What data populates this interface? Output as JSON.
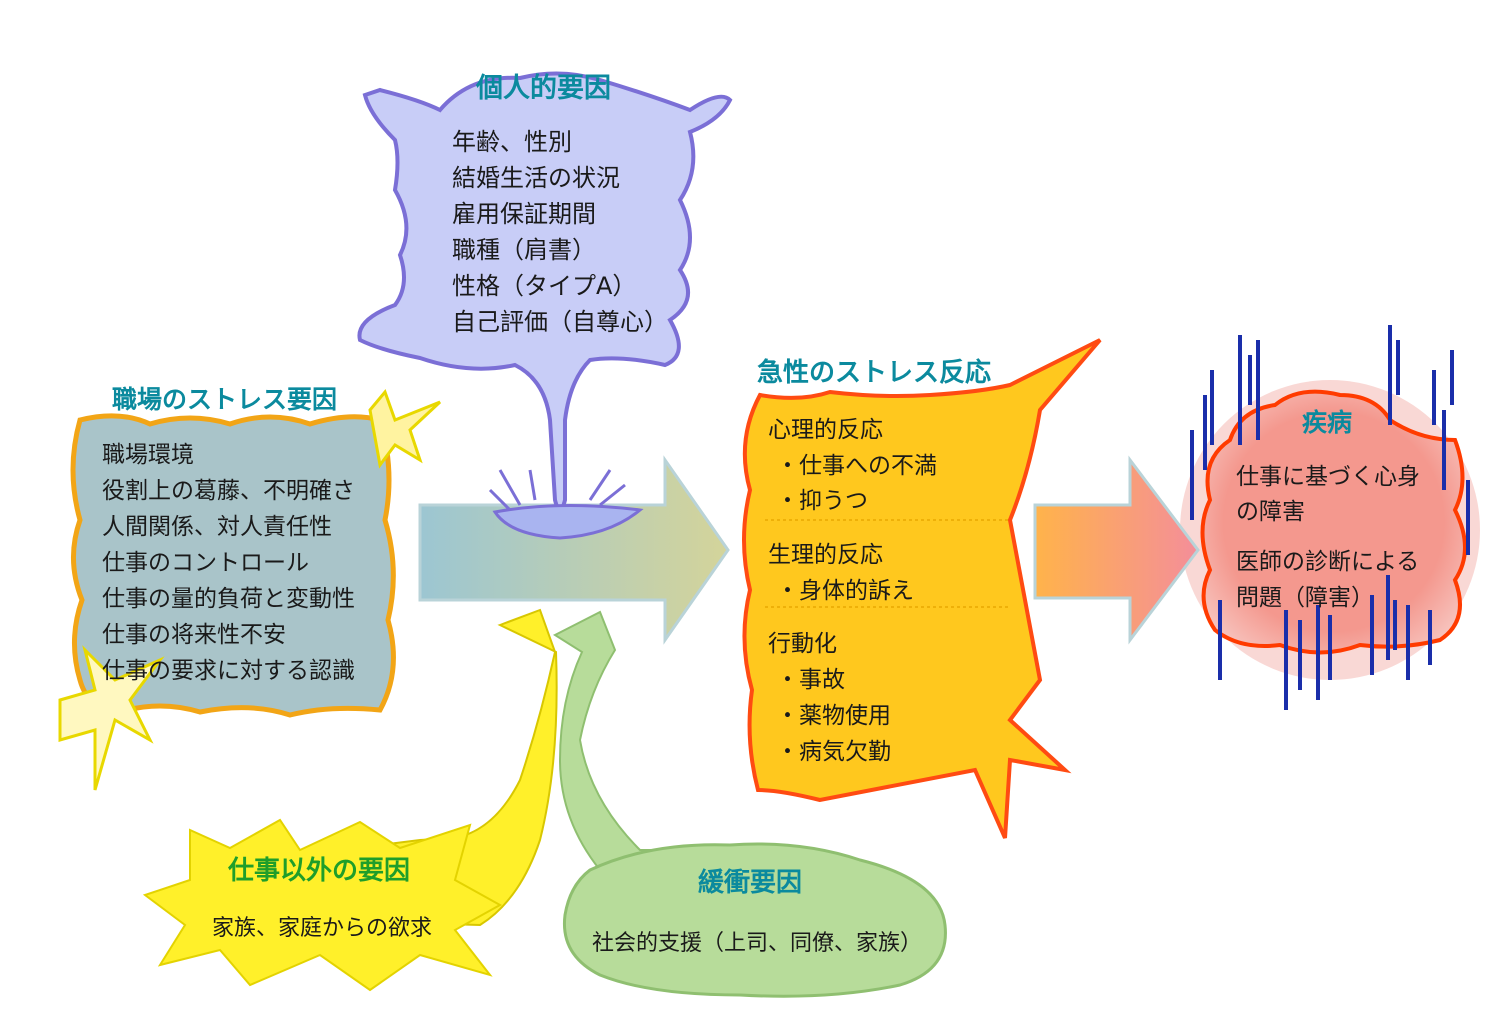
{
  "colors": {
    "individual_fill": "#c8cdf7",
    "individual_stroke": "#7b6fd6",
    "workplace_fill": "#a9c4c9",
    "workplace_stroke": "#f2a516",
    "acute_fill": "#ffc81e",
    "acute_stroke": "#ff4b12",
    "disease_fill": "#f59a90",
    "disease_stroke": "#ff3b00",
    "disease_lines": "#1a2eaa",
    "nonwork_fill": "#fff02a",
    "buffer_fill": "#b7dc9a",
    "title_teal": "#0b8a9e",
    "title_green": "#1f9e2a"
  },
  "individual": {
    "title": "個人的要因",
    "items": [
      "年齢、性別",
      "結婚生活の状況",
      "雇用保証期間",
      "職種（肩書）",
      "性格（タイプA）",
      "自己評価（自尊心）"
    ]
  },
  "workplace": {
    "title": "職場のストレス要因",
    "items": [
      "職場環境",
      "役割上の葛藤、不明確さ",
      "人間関係、対人責任性",
      "仕事のコントロール",
      "仕事の量的負荷と変動性",
      "仕事の将来性不安",
      "仕事の要求に対する認識"
    ]
  },
  "acute": {
    "title": "急性のストレス反応",
    "sections": [
      {
        "heading": "心理的反応",
        "items": [
          "・仕事への不満",
          "・抑うつ"
        ]
      },
      {
        "heading": "生理的反応",
        "items": [
          "・身体的訴え"
        ]
      },
      {
        "heading": "行動化",
        "items": [
          "・事故",
          "・薬物使用",
          "・病気欠勤"
        ]
      }
    ]
  },
  "disease": {
    "title": "疾病",
    "items": [
      "仕事に基づく心身",
      "の障害",
      "医師の診断による",
      "問題（障害）"
    ]
  },
  "nonwork": {
    "title": "仕事以外の要因",
    "text": "家族、家庭からの欲求"
  },
  "buffer": {
    "title": "緩衝要因",
    "text": "社会的支援（上司、同僚、家族）"
  }
}
